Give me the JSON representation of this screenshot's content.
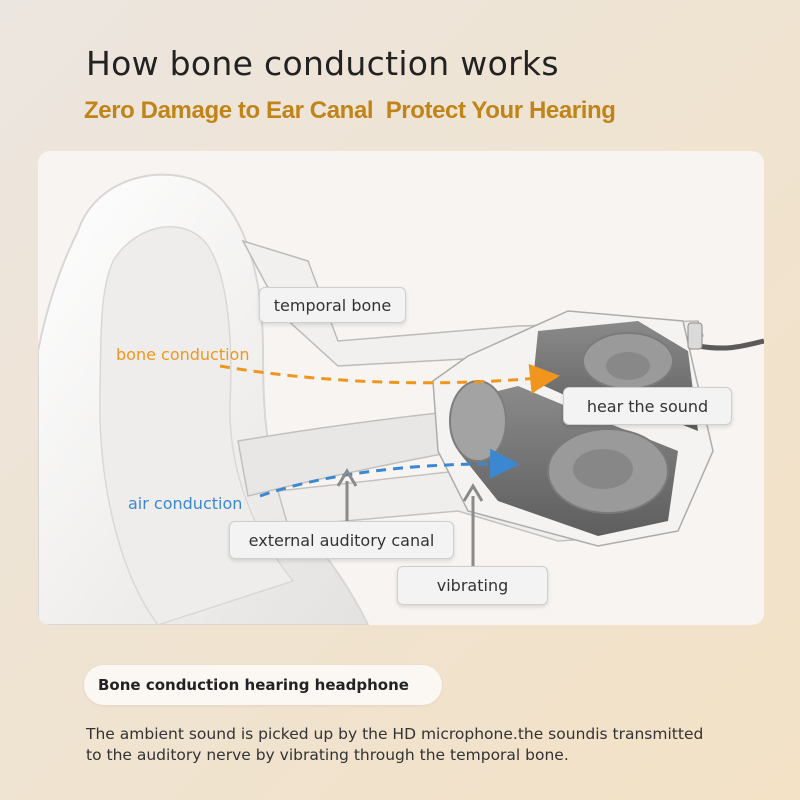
{
  "header": {
    "title": "How bone conduction works",
    "subtitle": "Zero Damage to Ear Canal  Protect Your Hearing"
  },
  "diagram": {
    "labels": {
      "temporal_bone": "temporal bone",
      "bone_conduction": "bone conduction",
      "hear_the_sound": "hear the sound",
      "air_conduction": "air conduction",
      "external_auditory_canal": "external auditory canal",
      "vibrating": "vibrating"
    },
    "colors": {
      "bone_conduction": "#f0961e",
      "air_conduction": "#3c88d0",
      "accent": "#c08418"
    }
  },
  "footer": {
    "pill_label": "Bone conduction hearing headphone",
    "description": "The ambient sound is picked up by the HD microphone.the soundis transmitted to the auditory nerve by vibrating through the temporal bone."
  }
}
